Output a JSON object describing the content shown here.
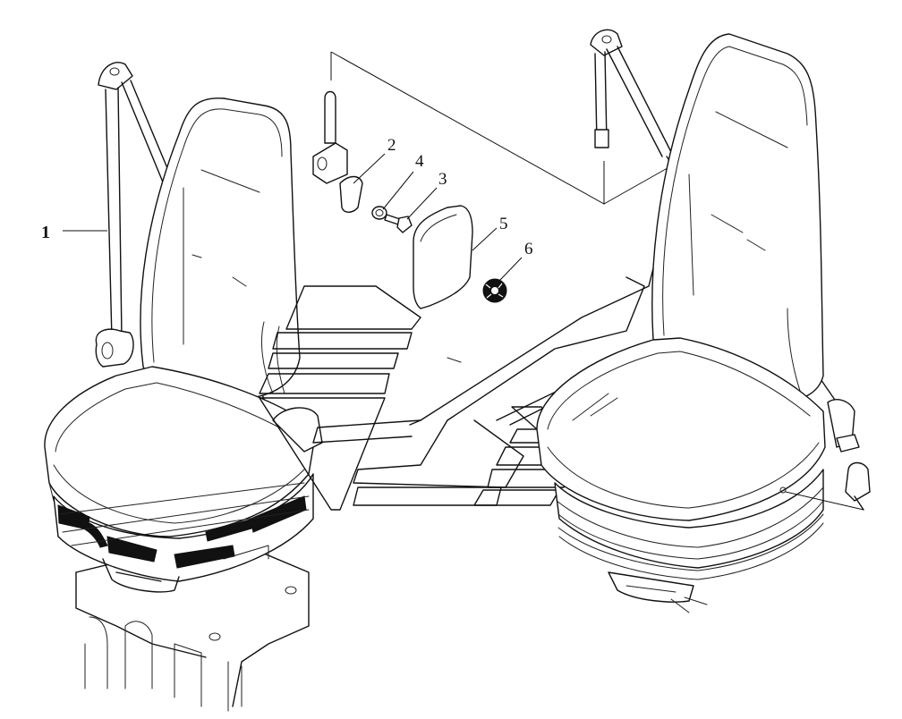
{
  "diagram": {
    "callouts": [
      {
        "id": "1",
        "label": "1"
      },
      {
        "id": "2",
        "label": "2"
      },
      {
        "id": "3",
        "label": "3"
      },
      {
        "id": "4",
        "label": "4"
      },
      {
        "id": "5",
        "label": "5"
      },
      {
        "id": "6",
        "label": "6"
      }
    ],
    "line_color": "#111111",
    "background": "#ffffff"
  }
}
